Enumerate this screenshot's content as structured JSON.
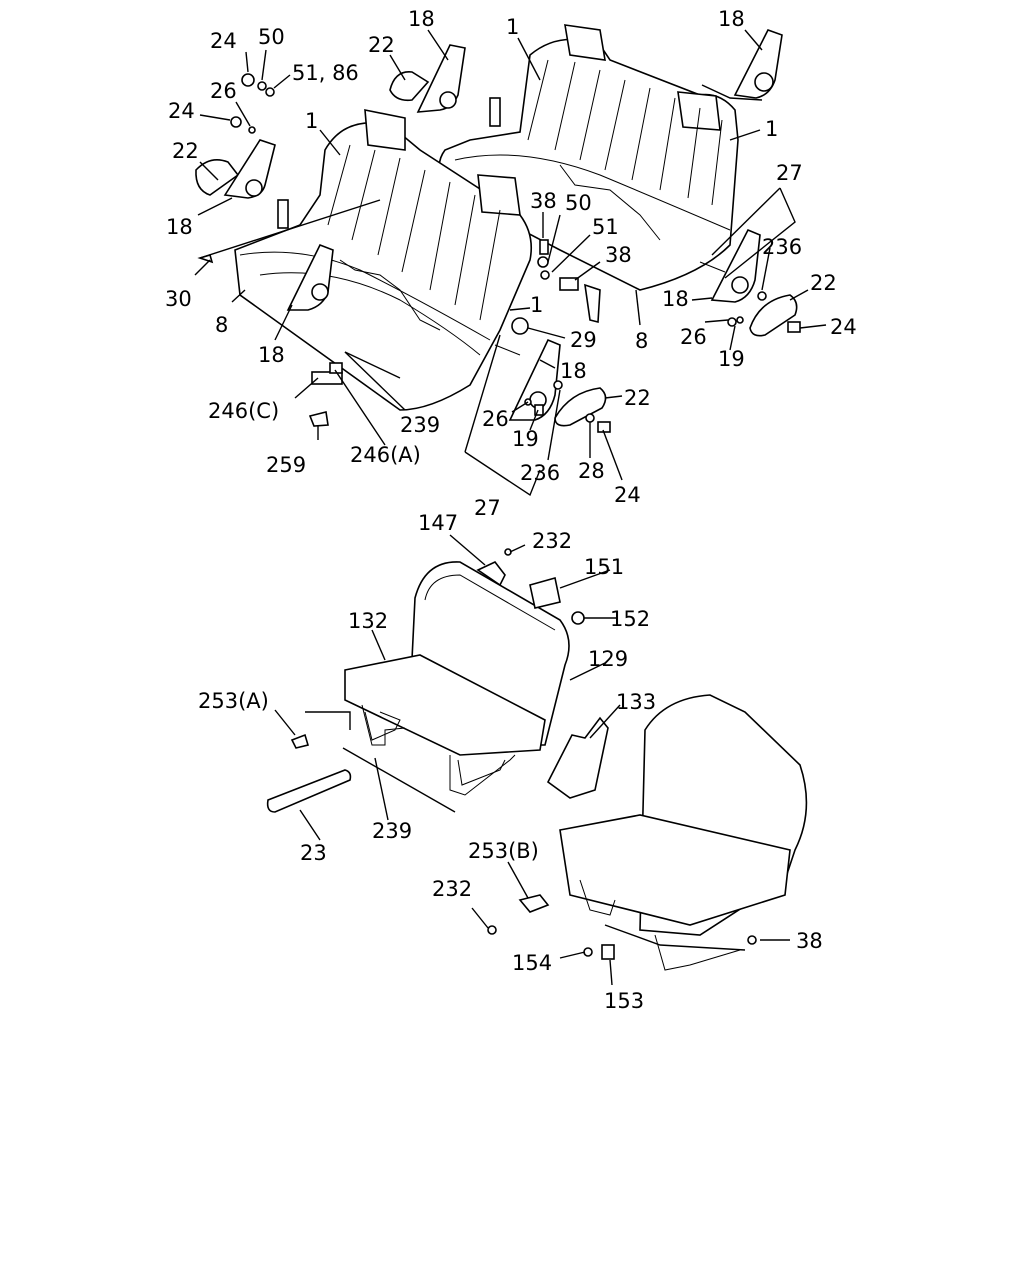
{
  "callouts": [
    "24",
    "50",
    "51, 86",
    "26",
    "24",
    "22",
    "18",
    "18",
    "22",
    "1",
    "1",
    "18",
    "1",
    "27",
    "236",
    "22",
    "18",
    "24",
    "26",
    "19",
    "38",
    "50",
    "51",
    "38",
    "30",
    "8",
    "8",
    "18",
    "29",
    "18",
    "1",
    "246(C)",
    "239",
    "26",
    "19",
    "22",
    "28",
    "24",
    "259",
    "246(A)",
    "236",
    "27",
    "147",
    "232",
    "151",
    "152",
    "132",
    "129",
    "253(A)",
    "133",
    "239",
    "23",
    "253(B)",
    "232",
    "38",
    "154",
    "153"
  ]
}
